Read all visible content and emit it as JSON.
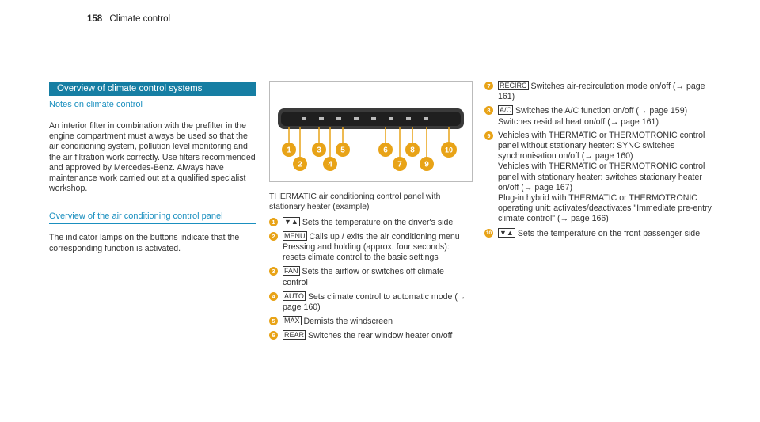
{
  "header": {
    "page_number": "158",
    "title": "Climate control"
  },
  "section_title": "Overview of climate control systems",
  "notes": {
    "heading": "Notes on climate control",
    "text": "An interior filter in combination with the prefilter in the engine compartment must always be used so that the air conditioning system, pollution level monitoring and the air filtration work correctly. Use filters recommended and approved by Mercedes-Benz. Always have maintenance work carried out at a qualified specialist workshop."
  },
  "overview": {
    "heading": "Overview of the air conditioning control panel",
    "text": "The indicator lamps on the buttons indicate that the corresponding function is activated."
  },
  "figure": {
    "callouts": [
      "1",
      "2",
      "3",
      "4",
      "5",
      "6",
      "7",
      "8",
      "9",
      "10"
    ],
    "caption": "THERMATIC air conditioning control panel with stationary heater (example)"
  },
  "items": [
    {
      "n": "1",
      "sym": "▼▲",
      "text": "Sets the temperature on the driver's side"
    },
    {
      "n": "2",
      "sym": "MENU",
      "text": "Calls up / exits the air conditioning menu",
      "extra": "Pressing and holding (approx. four seconds): resets climate control to the basic settings"
    },
    {
      "n": "3",
      "sym": "FAN",
      "text": "Sets the airflow or switches off climate control"
    },
    {
      "n": "4",
      "sym": "AUTO",
      "text": "Sets climate control to automatic mode (→ page 160)"
    },
    {
      "n": "5",
      "sym": "MAX",
      "text": "Demists the windscreen"
    },
    {
      "n": "6",
      "sym": "REAR",
      "text": "Switches the rear window heater on/off"
    },
    {
      "n": "7",
      "sym": "RECIRC",
      "text": "Switches air-recirculation mode on/off (→ page 161)"
    },
    {
      "n": "8",
      "sym": "A/C",
      "text": "Switches the A/C function on/off (→ page 159)",
      "extra": "Switches residual heat on/off (→ page 161)"
    },
    {
      "n": "9",
      "text": "Vehicles with THERMATIC or THERMOTRONIC control panel without stationary heater: SYNC switches synchronisation on/off (→ page 160)",
      "extra": "Vehicles with THERMATIC or THERMOTRONIC control panel with stationary heater: switches stationary heater on/off (→ page 167)",
      "extra2": "Plug-in hybrid with THERMATIC or THERMOTRONIC operating unit: activates/deactivates \"Immediate pre-entry climate control\" (→ page 166)"
    },
    {
      "n": "10",
      "sym": "▼▲",
      "text": "Sets the temperature on the front passenger side"
    }
  ],
  "colors": {
    "accent": "#167ea3",
    "badge": "#e8a317"
  }
}
